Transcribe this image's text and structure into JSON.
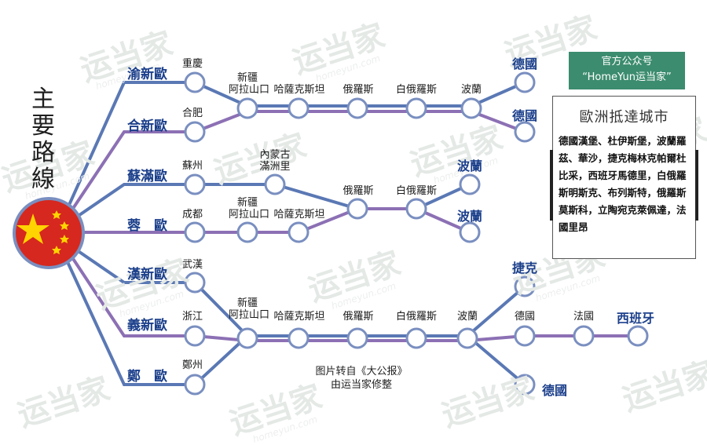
{
  "title": [
    "主",
    "要",
    "路",
    "線"
  ],
  "routes": [
    {
      "name": "渝新歐",
      "origin": "重慶"
    },
    {
      "name": "合新歐",
      "origin": "合肥"
    },
    {
      "name": "蘇滿歐",
      "origin": "蘇州"
    },
    {
      "name": "蓉　歐",
      "origin": "成都"
    },
    {
      "name": "漢新歐",
      "origin": "武漢"
    },
    {
      "name": "義新歐",
      "origin": "浙江"
    },
    {
      "name": "鄭　歐",
      "origin": "鄭州"
    }
  ],
  "stations": {
    "alashankou": "新疆\n阿拉山口",
    "kazakhstan": "哈薩克斯坦",
    "russia": "俄羅斯",
    "belarus": "白俄羅斯",
    "poland": "波蘭",
    "manzhouli": "內蒙古\n滿洲里",
    "germany": "德國",
    "france": "法國"
  },
  "destinations": {
    "germany": "德國",
    "poland": "波蘭",
    "czech": "捷克",
    "spain": "西班牙"
  },
  "official": {
    "line1": "官方公众号",
    "line2": "“HomeYun运当家”"
  },
  "info_box": {
    "title": "歐洲抵達城市",
    "body": "德國漢堡、杜伊斯堡，波蘭羅茲、華沙，捷克梅林克帕爾杜比采，西班牙馬德里，白俄羅斯明斯克、布列斯特，俄羅斯莫斯科，立陶宛克萊佩達，法國里昂"
  },
  "credit": {
    "line1": "图片转自《大公报》",
    "line2": "由运当家修整"
  },
  "watermark": {
    "logo": "运当家",
    "url": "homeyun.com"
  },
  "colors": {
    "blue_line": "#5a78b4",
    "purple_line": "#8c70b4",
    "node_fill": "#ffffff",
    "flag_red": "#d6281e",
    "flag_star": "#ffd400",
    "route_text": "#1b3f8b",
    "accent_green": "#3c8c6f"
  }
}
